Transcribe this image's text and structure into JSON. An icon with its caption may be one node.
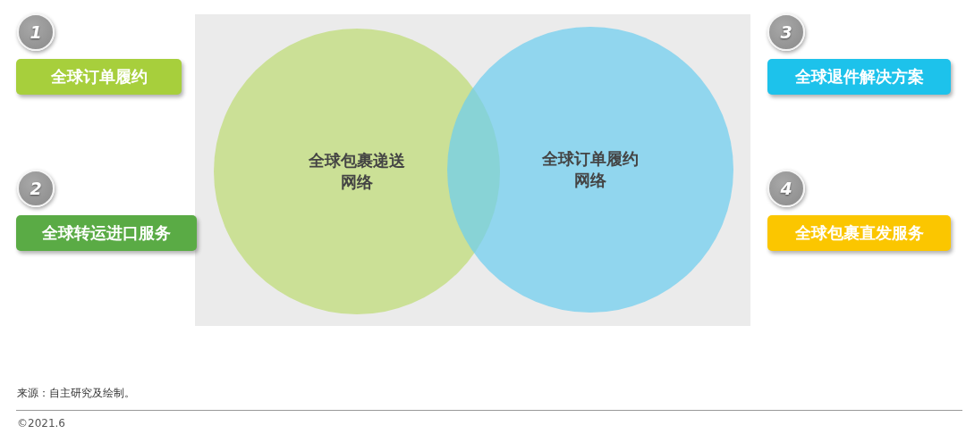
{
  "diagram": {
    "nodes": [
      {
        "text": [
          "1"
        ]
      },
      {
        "text": [
          "全球订单履约"
        ]
      },
      {
        "text": [
          "2"
        ]
      },
      {
        "text": [
          "全球转运进口服务"
        ]
      },
      {
        "text": [
          "3"
        ]
      },
      {
        "text": [
          "全球退件解决方案"
        ]
      },
      {
        "text": [
          "4"
        ]
      },
      {
        "text": [
          "全球包裹直发服务"
        ]
      },
      {
        "text": [
          "全球包裹递送网络"
        ]
      },
      {
        "text": [
          "全球订单履约网络"
        ]
      }
    ],
    "edges": [],
    "labels": [
      "来源：自主研究及绘制。",
      "©2021.6"
    ]
  }
}
